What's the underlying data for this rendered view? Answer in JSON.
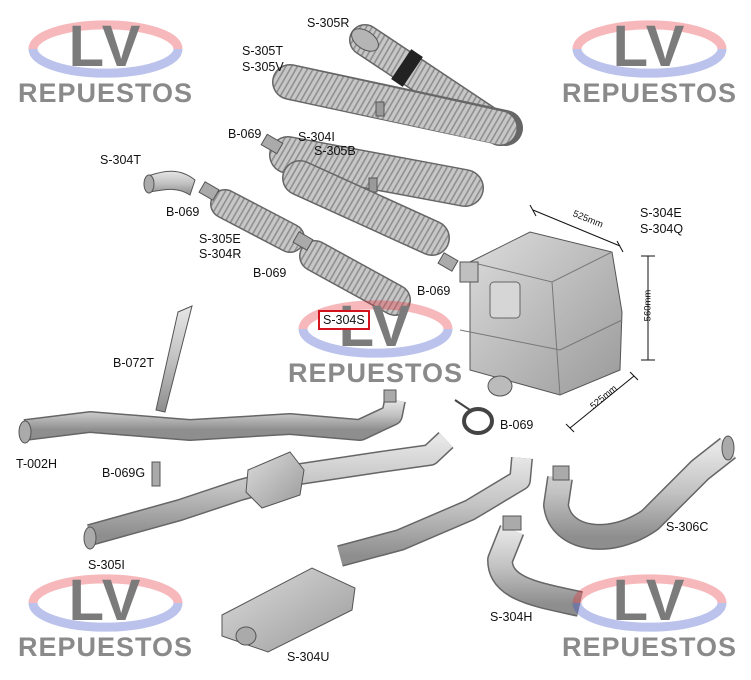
{
  "watermark": {
    "brand": "LV",
    "tagline": "REPUESTOS"
  },
  "parts": {
    "s305r": "S-305R",
    "s305t": "S-305T",
    "s305v": "S-305V",
    "b069_a": "B-069",
    "s304i": "S-304I",
    "s305b": "S-305B",
    "s304t": "S-304T",
    "b069_b": "B-069",
    "s305e": "S-305E",
    "s304r": "S-304R",
    "b069_c": "B-069",
    "b069_d": "B-069",
    "s304s": "S-304S",
    "s304e": "S-304E",
    "s304q": "S-304Q",
    "b072t": "B-072T",
    "b069_e": "B-069",
    "t002h": "T-002H",
    "b069g": "B-069G",
    "s305i": "S-305I",
    "s306c": "S-306C",
    "s304h": "S-304H",
    "s304u": "S-304U"
  },
  "dimensions": {
    "top": "525mm",
    "height": "560mm",
    "bottom": "525mm"
  },
  "colors": {
    "part_fill": "#c9c9c9",
    "part_dark": "#8d8d8d",
    "part_stroke": "#555555",
    "highlight": "#d4141c",
    "wm_red": "#e8343c",
    "wm_blue": "#3c4fc8"
  }
}
